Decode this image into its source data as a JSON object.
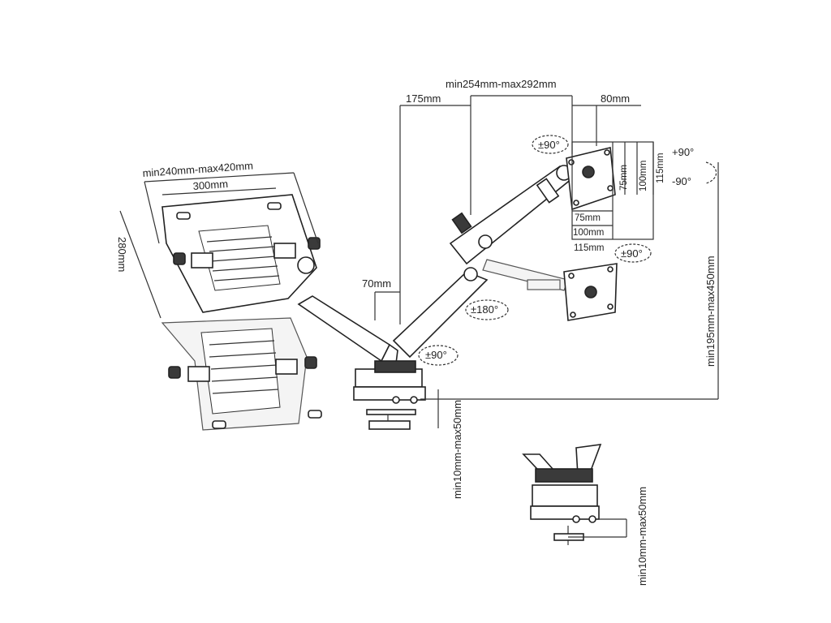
{
  "diagram": {
    "laptop_tray": {
      "width_range": "min240mm-max420mm",
      "inner_width": "300mm",
      "depth": "280mm"
    },
    "arm": {
      "pole_height": "175mm",
      "base_offset": "70mm",
      "extension": "min254mm-max292mm",
      "head_offset": "80mm",
      "vertical_range": "min195mm-max450mm",
      "swivel_base": "±90°",
      "swivel_mid": "±180°",
      "swivel_head": "±90°",
      "rotation_head": "±90°",
      "tilt_up": "+90°",
      "tilt_down": "-90°"
    },
    "vesa": {
      "h75": "75mm",
      "h100": "100mm",
      "h115": "115mm",
      "v75": "75mm",
      "v100": "100mm",
      "v115": "115mm"
    },
    "clamp": {
      "thickness_main": "min10mm-max50mm",
      "thickness_detail": "min10mm-max50mm"
    }
  }
}
